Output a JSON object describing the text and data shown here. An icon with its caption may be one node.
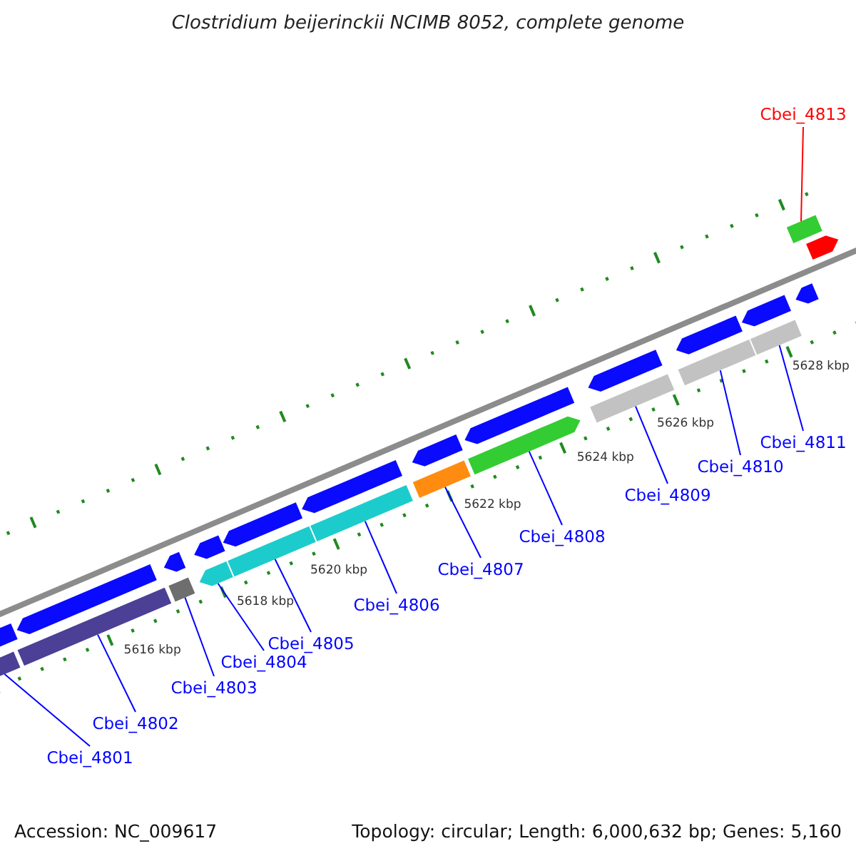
{
  "diagram": {
    "title": "Clostridium beijerinckii NCIMB 8052, complete genome",
    "nodes": [
      {
        "text": [
          "Cbei_4813"
        ]
      },
      {
        "text": [
          "Cbei_4811"
        ]
      },
      {
        "text": [
          "Cbei_4810"
        ]
      },
      {
        "text": [
          "Cbei_4809"
        ]
      },
      {
        "text": [
          "Cbei_4808"
        ]
      },
      {
        "text": [
          "Cbei_4807"
        ]
      },
      {
        "text": [
          "Cbei_4806"
        ]
      },
      {
        "text": [
          "Cbei_4805"
        ]
      },
      {
        "text": [
          "Cbei_4804"
        ]
      },
      {
        "text": [
          "Cbei_4803"
        ]
      },
      {
        "text": [
          "Cbei_4802"
        ]
      },
      {
        "text": [
          "Cbei_4801"
        ]
      },
      {
        "text": [],
        "shape": "bar"
      },
      {
        "text": [],
        "shape": "bar"
      },
      {
        "text": [],
        "shape": "bar"
      },
      {
        "text": [],
        "shape": "bar"
      },
      {
        "text": [],
        "shape": "bar"
      },
      {
        "text": [],
        "shape": "bar"
      },
      {
        "text": [],
        "shape": "bar"
      },
      {
        "text": [],
        "shape": "bar"
      },
      {
        "text": [],
        "shape": "bar"
      },
      {
        "text": [],
        "shape": "bar"
      },
      {
        "text": [],
        "shape": "bar"
      },
      {
        "text": [],
        "shape": "bar"
      },
      {
        "text": [],
        "shape": "bar"
      },
      {
        "text": [],
        "shape": "bar"
      },
      {
        "text": [],
        "shape": "bar"
      },
      {
        "text": [],
        "shape": "bar"
      },
      {
        "text": [],
        "shape": "bar"
      },
      {
        "text": [],
        "shape": "bar"
      },
      {
        "text": [],
        "shape": "bar"
      },
      {
        "text": [],
        "shape": "bar"
      },
      {
        "text": [],
        "shape": "bar"
      },
      {
        "text": [],
        "shape": "bar"
      },
      {
        "text": [],
        "shape": "bar"
      },
      {
        "text": [],
        "shape": "bar"
      },
      {
        "text": [],
        "shape": "bar"
      }
    ],
    "edges": [
      {
        "from": 0,
        "to": 23,
        "arrow": "none",
        "color": "#ff0000"
      },
      {
        "from": 1,
        "to": 22,
        "arrow": "none"
      },
      {
        "from": 2,
        "to": 21,
        "arrow": "none"
      },
      {
        "from": 3,
        "to": 20,
        "arrow": "none"
      },
      {
        "from": 4,
        "to": 19,
        "arrow": "none"
      },
      {
        "from": 5,
        "to": 18,
        "arrow": "none"
      },
      {
        "from": 6,
        "to": 17,
        "arrow": "none"
      },
      {
        "from": 7,
        "to": 16,
        "arrow": "none"
      },
      {
        "from": 8,
        "to": 15,
        "arrow": "none"
      },
      {
        "from": 9,
        "to": 14,
        "arrow": "none"
      },
      {
        "from": 10,
        "to": 13,
        "arrow": "none"
      },
      {
        "from": 11,
        "to": 12,
        "arrow": "none"
      }
    ],
    "labels": [
      "5628 kbp",
      "5626 kbp",
      "5624 kbp",
      "5622 kbp",
      "5620 kbp",
      "5618 kbp",
      "5616 kbp",
      "Accession: NC_009617",
      "Topology: circular; Length: 6,000,632 bp; Genes: 5,160"
    ]
  }
}
